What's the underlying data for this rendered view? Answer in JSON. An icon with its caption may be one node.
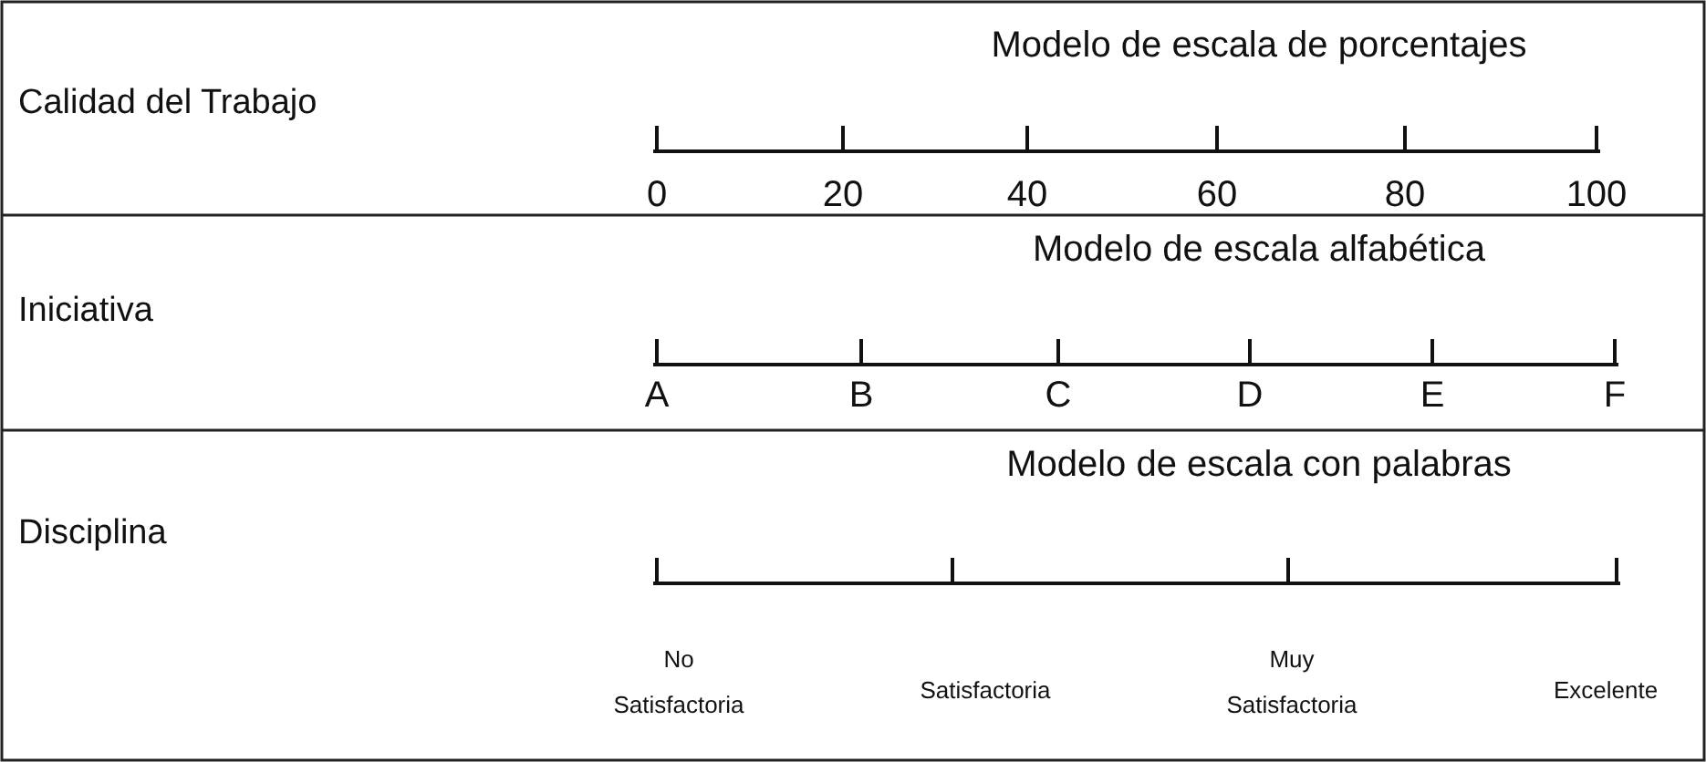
{
  "diagram": {
    "labels": [
      "Modelo de escala de porcentajes",
      "Calidad del Trabajo",
      "0",
      "20",
      "40",
      "60",
      "80",
      "100",
      "Modelo de escala alfabética",
      "Iniciativa",
      "A",
      "B",
      "C",
      "D",
      "E",
      "F",
      "Modelo de escala con palabras",
      "Disciplina",
      "No Satisfactoria",
      "Satisfactoria",
      "Muy Satisfactoria",
      "Excelente"
    ]
  }
}
